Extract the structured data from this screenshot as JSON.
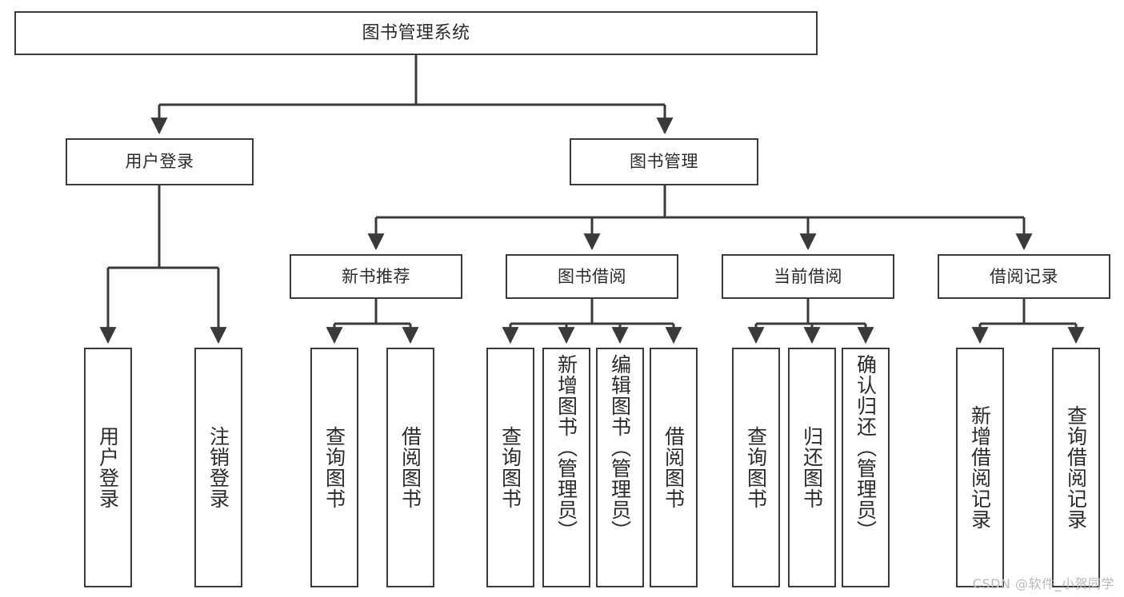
{
  "diagram": {
    "type": "tree",
    "title": "图书管理系统",
    "background": "#ffffff",
    "line_color": "#3a3a3a",
    "text_color": "#2b2b2b",
    "nodes": {
      "root": {
        "label": "图书管理系统"
      },
      "level2": [
        {
          "label": "用户登录"
        },
        {
          "label": "图书管理"
        }
      ],
      "level3": [
        {
          "label": "新书推荐"
        },
        {
          "label": "图书借阅"
        },
        {
          "label": "当前借阅"
        },
        {
          "label": "借阅记录"
        }
      ],
      "leaves_user_login": [
        {
          "label": "用户登录"
        },
        {
          "label": "注销登录"
        }
      ],
      "leaves_new_book": [
        {
          "label": "查询图书"
        },
        {
          "label": "借阅图书"
        }
      ],
      "leaves_borrow": [
        {
          "label": "查询图书"
        },
        {
          "label": "新增图书（管理员）"
        },
        {
          "label": "编辑图书（管理员）"
        },
        {
          "label": "借阅图书"
        }
      ],
      "leaves_current": [
        {
          "label": "查询图书"
        },
        {
          "label": "归还图书"
        },
        {
          "label": "确认归还（管理员）"
        }
      ],
      "leaves_records": [
        {
          "label": "新增借阅记录"
        },
        {
          "label": "查询借阅记录"
        }
      ]
    }
  },
  "watermark": {
    "text": "CSDN @软件_小贺同学"
  }
}
